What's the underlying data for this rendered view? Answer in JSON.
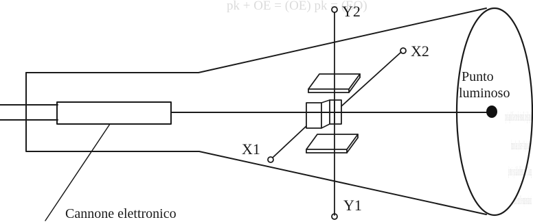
{
  "labels": {
    "y2": "Y2",
    "y1": "Y1",
    "x2": "X2",
    "x1": "X1",
    "spot_line1": "Punto",
    "spot_line2": "luminoso",
    "gun": "Cannone elettronico"
  },
  "bleed_through_text": [
    "pk + OE = (ΟΕ) pk = (ΕΟ)",
    "x posti angoli di fase come due sinusoidi, cioè gli angoli c",
    "formano con l'asse x, nell'istante t = 0; l'angolo φ, indicante la",
    "gli vettori v, e pari alla loro differenza: φ = α − β. Tale ang",
    "senza di R' e centro. B' deve computare un rotazione antic"
  ],
  "colors": {
    "ink": "#1a1a1a",
    "paper": "#ffffff",
    "bleed": "#9a9a9a"
  }
}
